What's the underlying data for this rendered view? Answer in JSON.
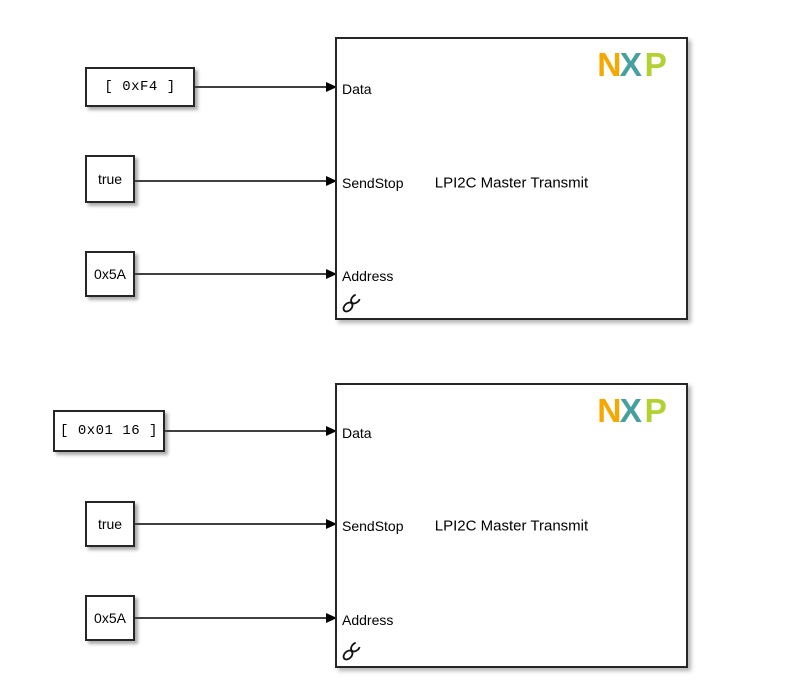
{
  "colors": {
    "background": "#ffffff",
    "wire": "#000000",
    "block_border": "#262626",
    "text": "#000000",
    "logo_n": "#F5A800",
    "logo_x": "#46A0A0",
    "logo_p": "#B2D234"
  },
  "nxp_logo": {
    "letters": [
      "N",
      "X",
      "P"
    ]
  },
  "groups": [
    {
      "block": {
        "title": "LPI2C Master Transmit",
        "ports": [
          "Data",
          "SendStop",
          "Address"
        ]
      },
      "sources": [
        {
          "label": "[ 0xF4 ]"
        },
        {
          "label": "true"
        },
        {
          "label": "0x5A"
        }
      ]
    },
    {
      "block": {
        "title": "LPI2C Master Transmit",
        "ports": [
          "Data",
          "SendStop",
          "Address"
        ]
      },
      "sources": [
        {
          "label": "[ 0x01 16 ]"
        },
        {
          "label": "true"
        },
        {
          "label": "0x5A"
        }
      ]
    }
  ]
}
